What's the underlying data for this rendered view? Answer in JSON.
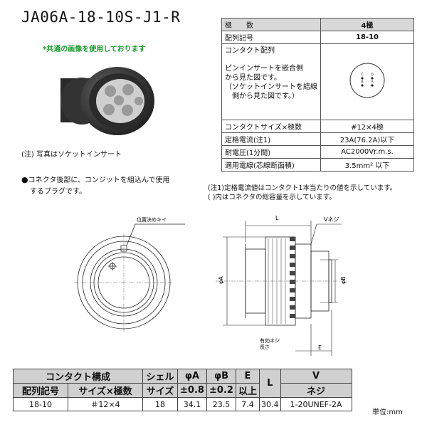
{
  "title": "JA06A-18-10S-J1-R",
  "photo_note": "*共通の画像を使用しております",
  "photo_caption": "(注) 写真はソケットインサート",
  "description": {
    "bullet": "●",
    "line1": "コネクタ後部に、コンジットを組込んで使用",
    "line2": "するプラグです。"
  },
  "spec_table": {
    "head_label": "極　　数",
    "head_value": "4極",
    "rows": [
      {
        "label": "配列記号",
        "value": "18-10"
      },
      {
        "label": "コンタクトサイズ×極数",
        "value": "#12×4極"
      },
      {
        "label": "定格電流(注1)",
        "value": "23A(76.2A)以下"
      },
      {
        "label": "耐電圧(1分間)",
        "value": "AC2000Vr.m.s."
      },
      {
        "label": "適用電線(芯線断面積)",
        "value": "3.5mm² 以下"
      }
    ],
    "layout_title": "コンタクト配列",
    "layout_text": [
      "ピンインサートを嵌合側",
      "から見た図です。",
      "（ソケットインサートを結線",
      "　側から見た図です。）"
    ],
    "pin_letters": [
      "C",
      "D",
      "B",
      "A"
    ]
  },
  "notes": {
    "line1": "(注1)定格電流値はコンタクト1本当たりの値を示しています。",
    "line2": "( )内はコネクタの総容量を示しています。"
  },
  "drawing_labels": {
    "key": "位置決めキイ",
    "l": "L",
    "v": "Vネジ",
    "phi_a": "φA",
    "phi_b": "φB",
    "thread": [
      "有効ネジ",
      "長さ"
    ],
    "e": "E"
  },
  "dims_table": {
    "head1": {
      "contact": "コンタクト構成",
      "shell": "シェル",
      "phia": "φA",
      "phib": "φB",
      "e": "E",
      "l": "L",
      "v": "V"
    },
    "head2": {
      "code": "配列記号",
      "size": "サイズ×極数",
      "shell": "サイズ",
      "phia": "±0.8",
      "phib": "±0.2",
      "e": "以上",
      "v": "ネジ"
    },
    "values": {
      "code": "18-10",
      "size": "＃12×4",
      "shell": "18",
      "phia": "34.1",
      "phib": "23.5",
      "e": "7.4",
      "l": "30.4",
      "v": "1-20UNEF-2A"
    }
  },
  "unit": "単位:mm"
}
